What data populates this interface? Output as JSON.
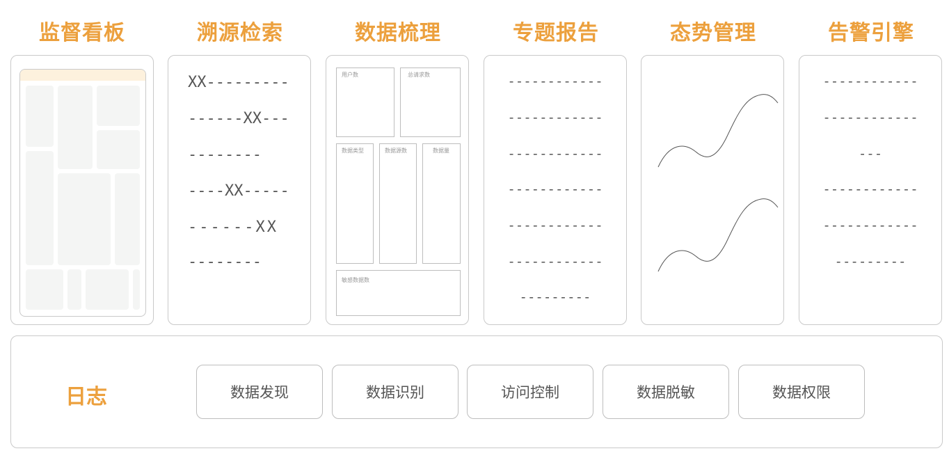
{
  "columns": [
    {
      "title": "监督看板"
    },
    {
      "title": "溯源检索"
    },
    {
      "title": "数据梳理"
    },
    {
      "title": "专题报告"
    },
    {
      "title": "态势管理"
    },
    {
      "title": "告警引擎"
    }
  ],
  "trace_lines": [
    "XX---------",
    "------XX---",
    "--------",
    "----XX-----",
    "------XX",
    "--------"
  ],
  "data_boxes": {
    "users": "用户数",
    "total_requests": "总请求数",
    "data_types": "数据类型",
    "data_sources": "数据源数",
    "data_volume": "数据量",
    "sensitive_data": "敏感数据数"
  },
  "report_lines": [
    "------------",
    "------------",
    "------------",
    "------------",
    "------------",
    "------------",
    "---------"
  ],
  "alert_lines": [
    "------------",
    "------------",
    "---",
    "------------",
    "------------",
    "---------"
  ],
  "log": {
    "title": "日志",
    "items": [
      "数据发现",
      "数据识别",
      "访问控制",
      "数据脱敏",
      "数据权限"
    ]
  },
  "colors": {
    "accent": "#ECA03D",
    "border": "#c9c9c9",
    "text": "#555555"
  }
}
